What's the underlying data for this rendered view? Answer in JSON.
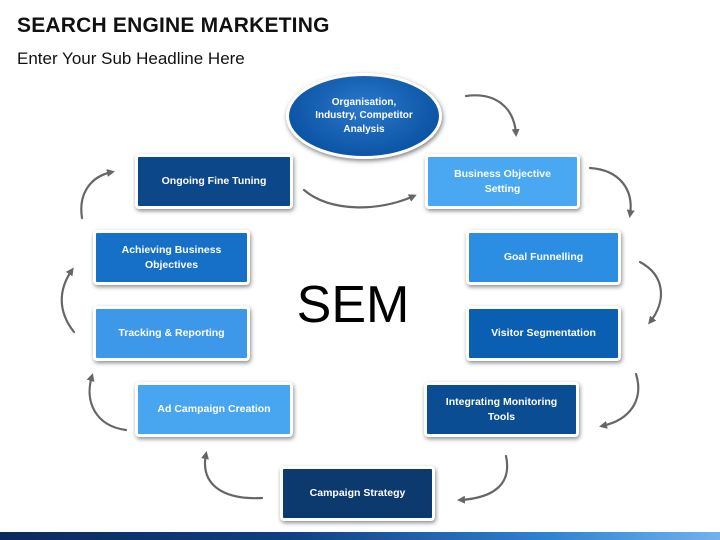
{
  "header": {
    "title": "SEARCH ENGINE MARKETING",
    "subtitle": "Enter Your Sub Headline Here"
  },
  "diagram": {
    "center_label": "SEM",
    "hub": {
      "lines": [
        "Organisation,",
        "Industry,",
        "Competitor",
        "Analysis"
      ],
      "color": "#0d55a6"
    },
    "steps": [
      {
        "label": "Business Objective Setting",
        "color": "#4aa8f2"
      },
      {
        "label": "Goal Funnelling",
        "color": "#2c8ee3"
      },
      {
        "label": "Visitor Segmentation",
        "color": "#0a5fb3"
      },
      {
        "label": "Integrating Monitoring Tools",
        "color": "#0b4d93"
      },
      {
        "label": "Campaign Strategy",
        "color": "#0c3a6e"
      },
      {
        "label": "Ad Campaign Creation",
        "color": "#48a6f0"
      },
      {
        "label": "Tracking & Reporting",
        "color": "#3d98ea"
      },
      {
        "label": "Achieving Business Objectives",
        "color": "#1670c7"
      },
      {
        "label": "Ongoing Fine Tuning",
        "color": "#0c4789"
      }
    ],
    "arrow_color": "#666666"
  },
  "footer": {
    "bar_colors": [
      "#0a2a5c",
      "#2f7fd0",
      "#6fb3ee"
    ]
  }
}
